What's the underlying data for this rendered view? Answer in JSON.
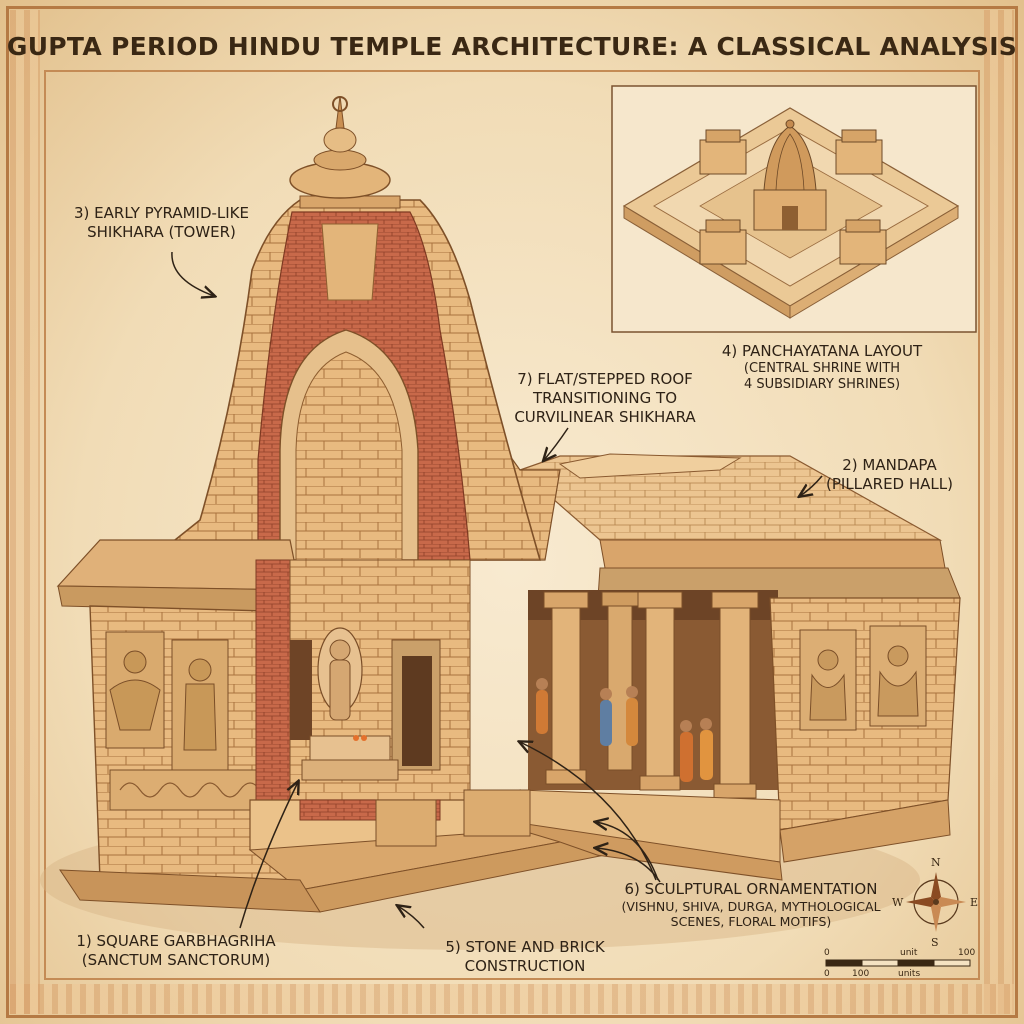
{
  "title": "GUPTA PERIOD HINDU TEMPLE ARCHITECTURE: A CLASSICAL ANALYSIS",
  "labels": {
    "shikhara": {
      "line1": "3) EARLY PYRAMID-LIKE",
      "line2": "SHIKHARA (TOWER)"
    },
    "panchayatana": {
      "line1": "4) PANCHAYATANA LAYOUT",
      "line2": "(CENTRAL SHRINE WITH",
      "line3": "4 SUBSIDIARY SHRINES)"
    },
    "roof": {
      "line1": "7) FLAT/STEPPED ROOF",
      "line2": "TRANSITIONING TO",
      "line3": "CURVILINEAR SHIKHARA"
    },
    "mandapa": {
      "line1": "2) MANDAPA",
      "line2": "(PILLARED HALL)"
    },
    "ornamentation": {
      "line1": "6) SCULPTURAL ORNAMENTATION",
      "line2": "(VISHNU, SHIVA, DURGA, MYTHOLOGICAL",
      "line3": "SCENES, FLORAL MOTIFS)"
    },
    "garbhagriha": {
      "line1": "1) SQUARE GARBHAGRIHA",
      "line2": "(SANCTUM SANCTORUM)"
    },
    "construction": {
      "line1": "5) STONE AND BRICK",
      "line2": "CONSTRUCTION"
    }
  },
  "compass": {
    "n": "N",
    "s": "S",
    "e": "E",
    "w": "W"
  },
  "scale_bar": {
    "top_left": "0",
    "top_mid": "unit",
    "top_right": "100",
    "bot_left": "0",
    "bot_mid": "100",
    "bot_right": "units"
  },
  "colors": {
    "sandstone": "#e7b77e",
    "brick": "#c4623f",
    "ink": "#3a2814",
    "parchment": "#f4e2c2",
    "border": "#b57a44"
  }
}
